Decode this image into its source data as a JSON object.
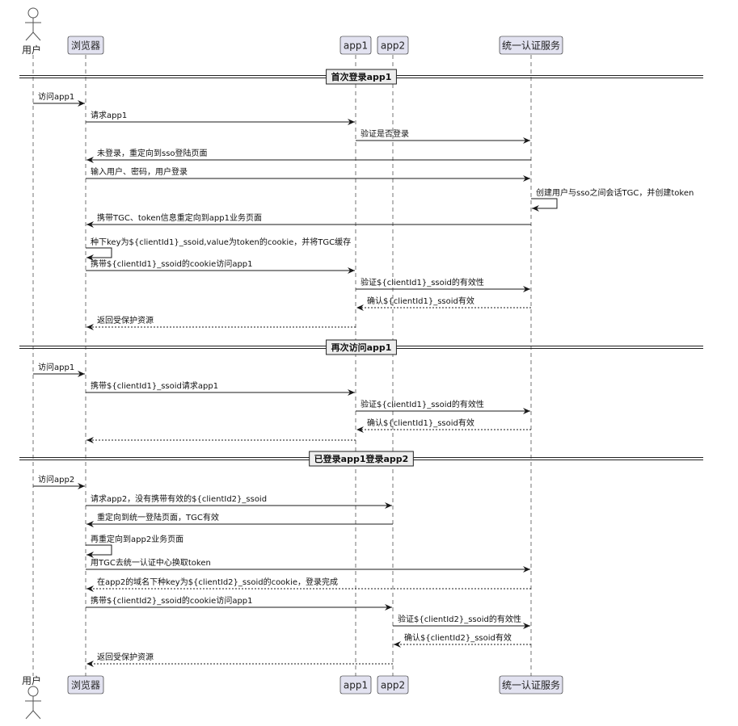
{
  "participants": [
    {
      "id": "user",
      "label": "用户",
      "kind": "actor"
    },
    {
      "id": "browser",
      "label": "浏览器",
      "kind": "box"
    },
    {
      "id": "app1",
      "label": "app1",
      "kind": "box"
    },
    {
      "id": "app2",
      "label": "app2",
      "kind": "box"
    },
    {
      "id": "sso",
      "label": "统一认证服务",
      "kind": "box"
    }
  ],
  "dividers": [
    {
      "label": "首次登录app1"
    },
    {
      "label": "再次访问app1"
    },
    {
      "label": "已登录app1登录app2"
    }
  ],
  "messages": [
    {
      "from": "user",
      "to": "browser",
      "label": "访问app1",
      "style": "solid"
    },
    {
      "from": "browser",
      "to": "app1",
      "label": "请求app1",
      "style": "solid"
    },
    {
      "from": "app1",
      "to": "sso",
      "label": "验证是否登录",
      "style": "solid"
    },
    {
      "from": "sso",
      "to": "browser",
      "label": "未登录，重定向到sso登陆页面",
      "style": "solid"
    },
    {
      "from": "browser",
      "to": "sso",
      "label": "输入用户、密码，用户登录",
      "style": "solid"
    },
    {
      "from": "sso",
      "to": "sso",
      "label": "创建用户与sso之间会话TGC，并创建token",
      "style": "solid"
    },
    {
      "from": "sso",
      "to": "browser",
      "label": "携带TGC、token信息重定向到app1业务页面",
      "style": "solid"
    },
    {
      "from": "browser",
      "to": "browser",
      "label": "种下key为${clientId1}_ssoid,value为token的cookie，并将TGC缓存",
      "style": "solid"
    },
    {
      "from": "browser",
      "to": "app1",
      "label": "携带${clientId1}_ssoid的cookie访问app1",
      "style": "solid"
    },
    {
      "from": "app1",
      "to": "sso",
      "label": "验证${clientId1}_ssoid的有效性",
      "style": "solid"
    },
    {
      "from": "sso",
      "to": "app1",
      "label": "确认${clientId1}_ssoid有效",
      "style": "dashed"
    },
    {
      "from": "app1",
      "to": "browser",
      "label": "返回受保护资源",
      "style": "dashed"
    },
    {
      "from": "user",
      "to": "browser",
      "label": "访问app1",
      "style": "solid"
    },
    {
      "from": "browser",
      "to": "app1",
      "label": "携带${clientId1}_ssoid请求app1",
      "style": "solid"
    },
    {
      "from": "app1",
      "to": "sso",
      "label": "验证${clientId1}_ssoid的有效性",
      "style": "solid"
    },
    {
      "from": "sso",
      "to": "app1",
      "label": "确认${clientId1}_ssoid有效",
      "style": "dashed"
    },
    {
      "from": "app1",
      "to": "browser",
      "label": "",
      "style": "dashed"
    },
    {
      "from": "user",
      "to": "browser",
      "label": "访问app2",
      "style": "solid"
    },
    {
      "from": "browser",
      "to": "app2",
      "label": "请求app2，没有携带有效的${clientId2}_ssoid",
      "style": "solid"
    },
    {
      "from": "app2",
      "to": "browser",
      "label": "重定向到统一登陆页面，TGC有效",
      "style": "solid"
    },
    {
      "from": "browser",
      "to": "browser",
      "label": "再重定向到app2业务页面",
      "style": "solid"
    },
    {
      "from": "browser",
      "to": "sso",
      "label": "用TGC去统一认证中心换取token",
      "style": "solid"
    },
    {
      "from": "sso",
      "to": "browser",
      "label": "在app2的域名下种key为${clientId2}_ssoid的cookie，登录完成",
      "style": "dashed"
    },
    {
      "from": "browser",
      "to": "app2",
      "label": "携带${clientId2}_ssoid的cookie访问app1",
      "style": "solid"
    },
    {
      "from": "app2",
      "to": "sso",
      "label": "验证${clientId2}_ssoid的有效性",
      "style": "solid"
    },
    {
      "from": "sso",
      "to": "app2",
      "label": "确认${clientId2}_ssoid有效",
      "style": "dashed"
    },
    {
      "from": "app2",
      "to": "browser",
      "label": "返回受保护资源",
      "style": "dashed"
    }
  ],
  "colors": {
    "participant_fill": "#e2e2f0",
    "participant_stroke": "#181818",
    "lifeline": "#181818",
    "arrow": "#181818",
    "divider_fill": "#eeeeee",
    "background": "#ffffff"
  }
}
